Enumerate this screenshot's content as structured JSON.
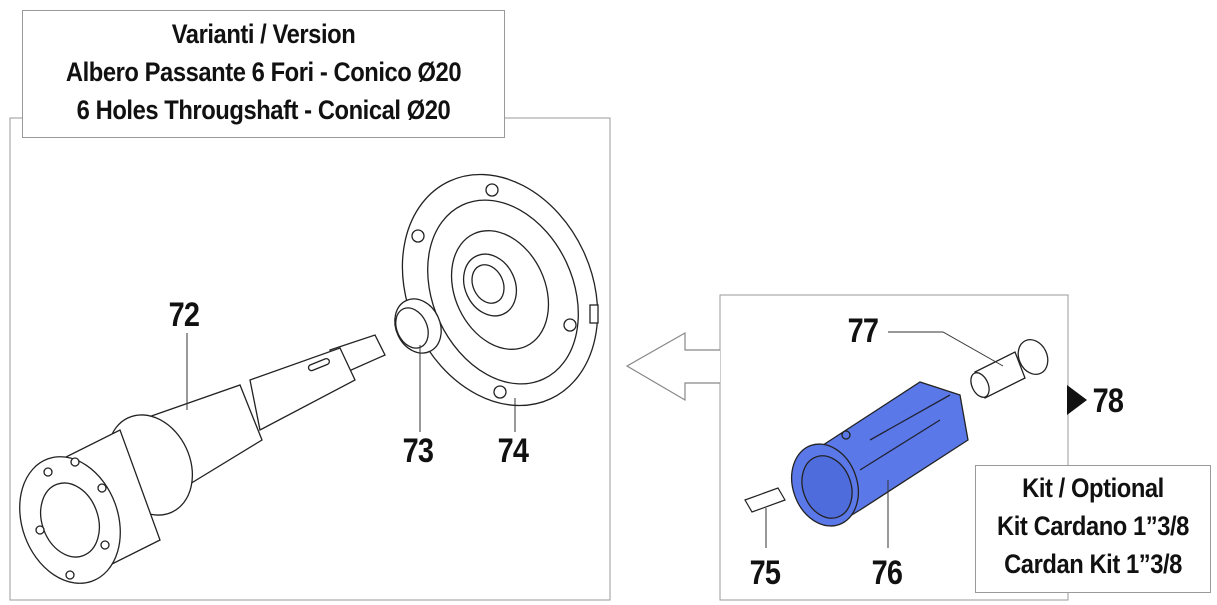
{
  "variant_box": {
    "line1": "Varianti / Version",
    "line2": "Albero Passante 6 Fori - Conico Ø20",
    "line3": "6 Holes Througshaft - Conical Ø20"
  },
  "kit_box": {
    "line1": "Kit / Optional",
    "line2": "Kit Cardano 1”3/8",
    "line3": "Cardan Kit 1”3/8"
  },
  "part_numbers": {
    "p72": "72",
    "p73": "73",
    "p74": "74",
    "p75": "75",
    "p76": "76",
    "p77": "77",
    "p78": "78"
  },
  "colors": {
    "highlight_part": "#5a78e8",
    "frame": "#9a9a9a"
  }
}
